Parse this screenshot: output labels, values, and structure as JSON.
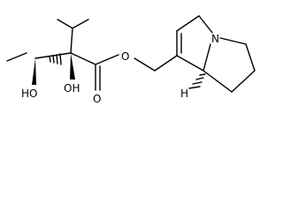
{
  "molecule": {
    "atom_labels": {
      "ho_bottom": "HO",
      "oh_mid": "OH",
      "o_carbonyl": "O",
      "o_ester": "O",
      "n_ring": "N",
      "h_stereo": "H"
    },
    "colors": {
      "ink": "#000000",
      "background": "#ffffff"
    }
  }
}
